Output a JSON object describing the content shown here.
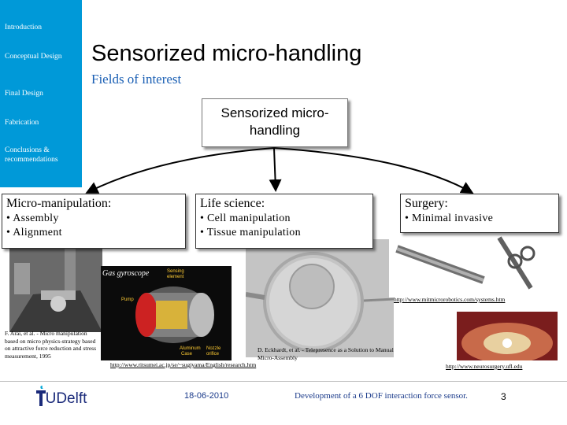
{
  "sidebar": {
    "items": [
      {
        "label": "Introduction",
        "active": true
      },
      {
        "label": "Conceptual Design"
      },
      {
        "label": "Final Design"
      },
      {
        "label": "Fabrication"
      },
      {
        "label": "Conclusions & recommendations"
      }
    ]
  },
  "slide": {
    "title": "Sensorized micro-handling",
    "subtitle": "Fields of interest",
    "center_box": "Sensorized micro-handling"
  },
  "categories": [
    {
      "title": "Micro-manipulation:",
      "bullets": [
        "• Assembly",
        "• Alignment"
      ]
    },
    {
      "title": "Life science:",
      "bullets": [
        "• Cell manipulation",
        "• Tissue manipulation"
      ]
    },
    {
      "title": "Surgery:",
      "bullets": [
        "• Minimal invasive"
      ]
    }
  ],
  "images": {
    "micro_caption": "F. Arai, et al. - Micro manipulation based on micro physics-strategy based on attractive force reduction and stress measurement, 1995",
    "gyro_label": "Gas gyroscope",
    "gyro_link": "http://www.ritsumei.ac.jp/se/~sugiyama/English/research.htm",
    "cell_caption": "D. Eckhardt, et al. - Telepresence as a Solution to Manual Micro-Assembly",
    "surgery_link_top": "http://www.mitmicrorobotics.com/systems.htm",
    "surgery_link_bottom": "http://www.neurosurgery.ufl.edu"
  },
  "footer": {
    "logo_text": "TUDelft",
    "date": "18-06-2010",
    "title": "Development of a 6 DOF interaction force sensor.",
    "page": "3"
  },
  "colors": {
    "sidebar": "#0099d8",
    "subtitle": "#1a5fb4",
    "footer_text": "#1a3a8a"
  }
}
